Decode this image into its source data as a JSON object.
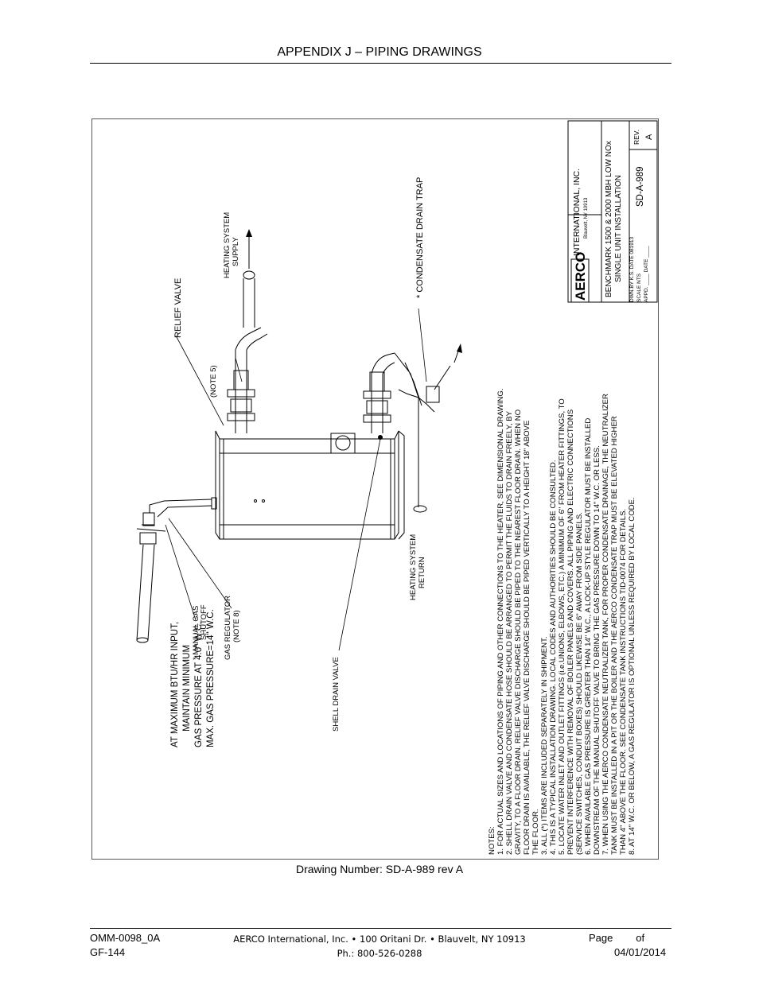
{
  "header": {
    "title": "APPENDIX J – PIPING DRAWINGS"
  },
  "drawing": {
    "callouts": {
      "gas_input_1": "AT MAXIMUM BTU/HR INPUT,",
      "gas_input_2": "MAINTAIN MINIMUM",
      "gas_input_3": "GAS PRESSURE AT 4.0\" W.C.",
      "gas_input_4": "MAX. GAS PRESSURE=14\" W.C.",
      "manual_gas_1": "* MANUAL GAS",
      "manual_gas_2": "SHUTOFF",
      "gas_reg_1": "GAS REGULATOR",
      "gas_reg_2": "(NOTE 8)",
      "shell_drain": "SHELL DRAIN VALVE",
      "hs_return_1": "HEATING SYSTEM",
      "hs_return_2": "RETURN",
      "relief_valve": "RELIEF VALVE",
      "note5": "(NOTE 5)",
      "hs_supply_1": "HEATING SYSTEM",
      "hs_supply_2": "SUPPLY",
      "condensate": "* CONDENSATE DRAIN TRAP"
    },
    "notes": [
      "NOTES:",
      "1. FOR ACTUAL SIZES AND LOCATIONS OF PIPING AND OTHER CONNECTIONS TO THE HEATER, SEE DIMENSIONAL DRAWING.",
      "2. SHELL DRAIN VALVE AND CONDENSATE HOSE SHOULD BE ARRANGED TO PERMIT THE FLUIDS TO DRAIN FREELY, BY",
      "    GRAVITY, TO A FLOOR DRAIN. RELIEF VALVE DISCHARGE SHOULD BE PIPED TO THE NEAREST FLOOR DRAIN. WHEN NO",
      "    FLOOR DRAIN IS AVAILABLE, THE RELIEF VALVE DISCHARGE SHOULD BE PIPED VERTICALLY TO A HEIGHT 18\" ABOVE",
      "    THE FLOOR.",
      "3. ALL (*) ITEMS ARE INCLUDED SEPARATELY IN SHIPMENT.",
      "4. THIS IS A TYPICAL INSTALLATION DRAWING. LOCAL CODES AND AUTHORITIES SHOULD BE CONSULTED.",
      "5. LOCATE WATER INLET AND OUTLET FITTINGS (i.e.UNIONS, ELBOWS, ETC.) A MINIMUM OF 6\" FROM HEATER FITTINGS, TO",
      "    PREVENT INTERFERENCE WITH REMOVAL OF BOILER PANELS AND COVERS. ALL PIPING AND ELECTRIC CONNECTIONS",
      "    (SERVICE SWITCHES, CONDUIT BOXES) SHOULD LIKEWISE BE 6\" AWAY FROM SIDE PANELS.",
      "6. WHEN AVAILABLE GAS PRESSURE IS GREATER THAN 14\" W.C., A LOCK-UP STYLE REGULATOR MUST BE INSTALLED",
      "    DOWNSTREAM OF THE MANUAL SHUTOFF VALVE TO BRING THE GAS PRESSURE DOWN TO 14\" W.C. OR LESS.",
      "7. WHEN USING THE AERCO CONDENSATE NEUTRALIZER TANK, FOR PROPER CONDENSATE DRAINAGE, THE NEUTRALIZER",
      "    TANK MUST BE INSTALLED IN A PIT OR THE BOILER AND THE AERCO CONDENSATE TRAP MUST BE ELEVATED HIGHER",
      "    THAN 4\" ABOVE THE FLOOR. SEE CONDENSATE TANK INSTRUCTIONS TID-0074 FOR DETAILS.",
      "8. AT 14\" W.C. OR BELOW, A GAS REGULATOR IS OPTIONAL UNLESS REQUIRED BY LOCAL CODE."
    ],
    "title_block": {
      "logo": "AERCO",
      "company": "INTERNATIONAL, INC.",
      "address": "Blauvelt, NY 10913",
      "title_1": "BENCHMARK 1500 & 2000 MBH LOW NOx",
      "title_2": "SINGLE UNIT INSTALLATION",
      "dwn_by": "DWN.BY K.S. DATE 081913",
      "scale": "SCALE NTS",
      "appd": "APPD. ____ DATE ____",
      "dwg_no": "SD-A-989",
      "rev_label": "REV.",
      "rev": "A"
    }
  },
  "caption": "Drawing Number: SD-A-989 rev A",
  "footer": {
    "doc_id": "OMM-0098_0A",
    "gf": "GF-144",
    "company_line": "AERCO International, Inc. • 100 Oritani Dr. • Blauvelt, NY 10913",
    "phone": "Ph.: 800-526-0288",
    "page": "Page        of",
    "date": "04/01/2014"
  }
}
